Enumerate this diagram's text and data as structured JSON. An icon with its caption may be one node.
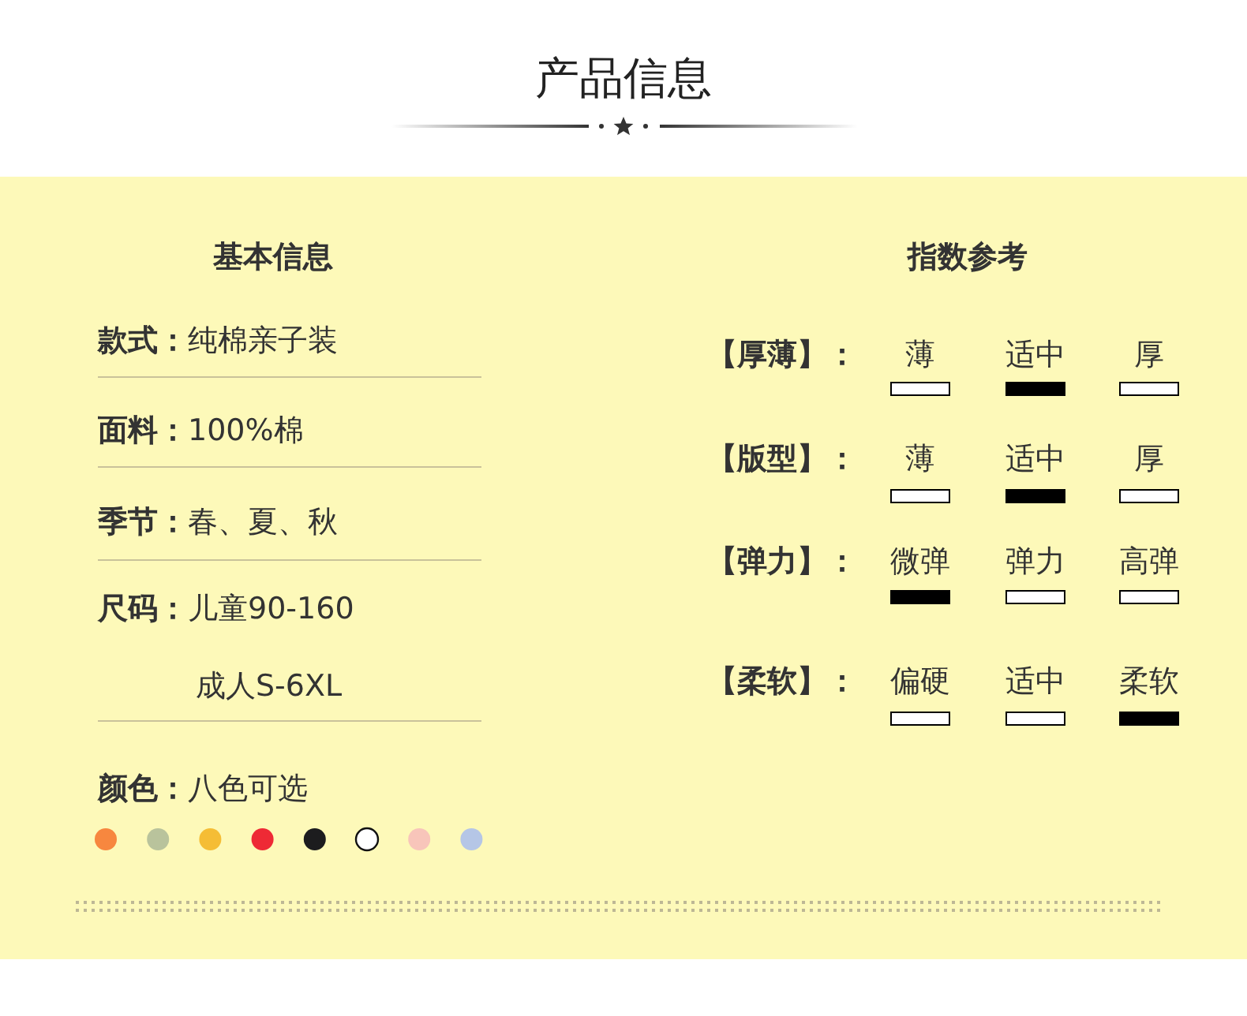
{
  "diagram": {
    "title": "产品信息",
    "labels": [
      "基本信息",
      "**款式：**纯棉亲子装",
      "**面料：**100%棉",
      "**季节：**春、夏、秋",
      "**尺码：**儿童90-160",
      "成人S-6XL",
      "**颜色：**八色可选",
      "指数参考",
      "【厚薄】：",
      "薄",
      "适中",
      "厚",
      "【版型】：",
      "薄",
      "适中",
      "厚",
      "【弹力】：",
      "微弹",
      "弹力",
      "高弹",
      "【柔软】：",
      "偏硬",
      "适中",
      "柔软"
    ]
  }
}
